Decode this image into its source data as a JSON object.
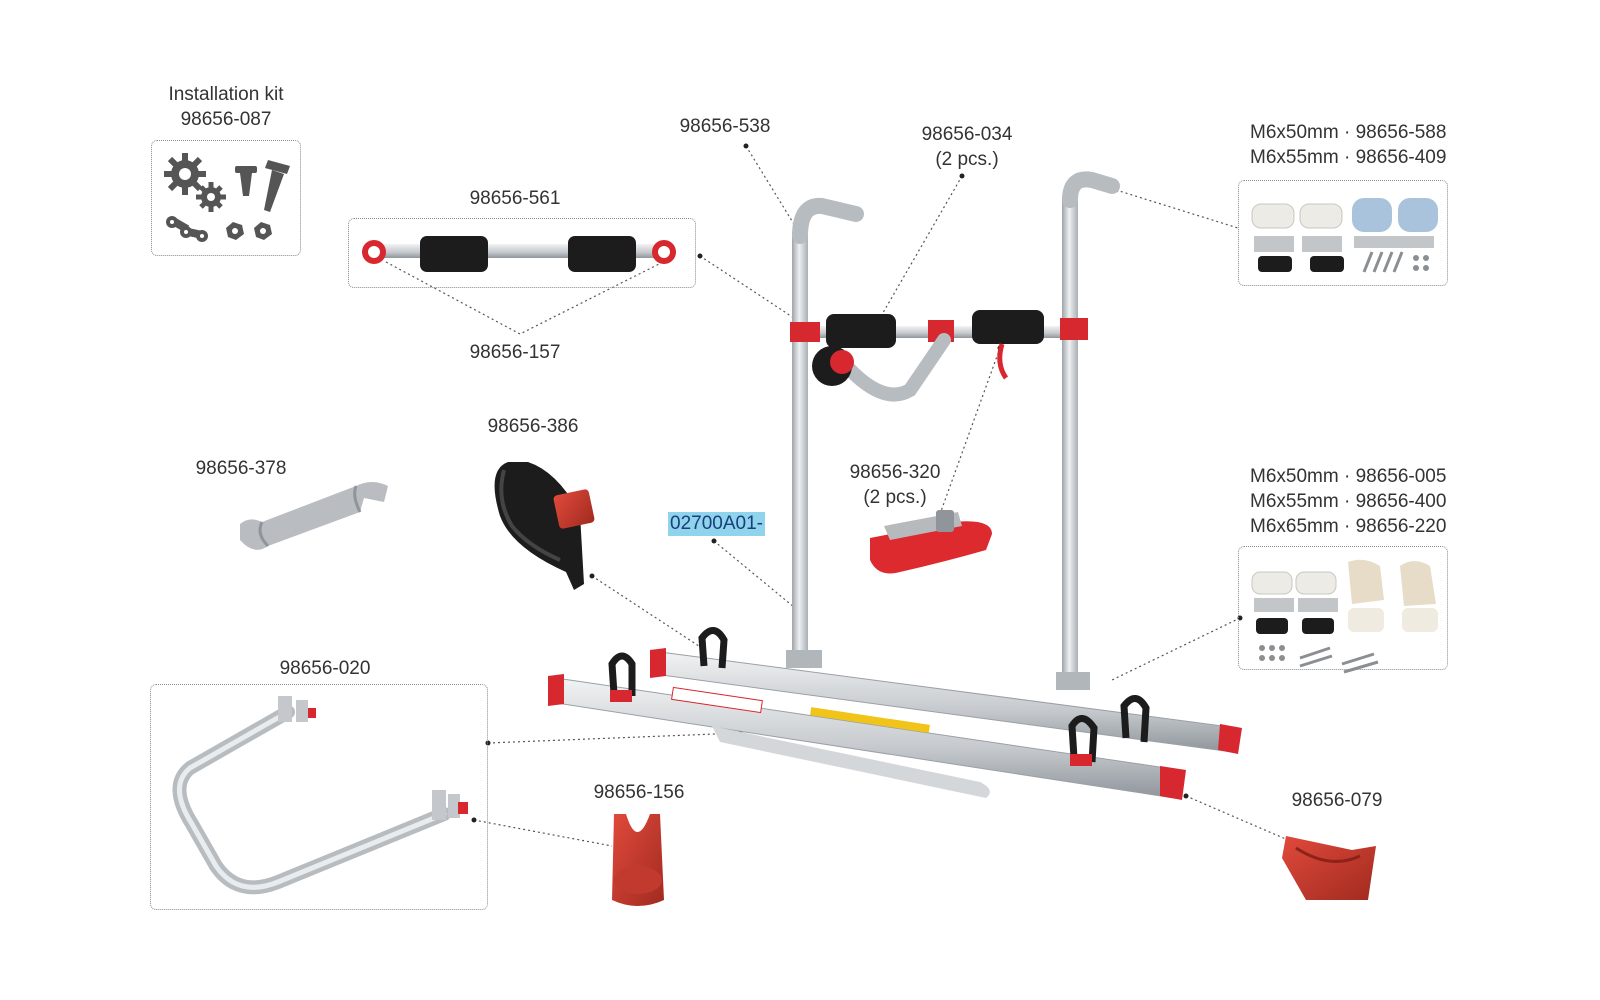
{
  "diagram": {
    "labels": {
      "kit_title": "Installation kit",
      "kit_code": "98656-087",
      "p538": "98656-538",
      "p034": "98656-034",
      "p034_qty": "(2 pcs.)",
      "p561": "98656-561",
      "p157": "98656-157",
      "feet1_line1": "M6x50mm · 98656-588",
      "feet1_line2": "M6x55mm · 98656-409",
      "p386": "98656-386",
      "p378": "98656-378",
      "p320": "98656-320",
      "p320_qty": "(2 pcs.)",
      "highlight": "02700A01-",
      "feet2_line1": "M6x50mm · 98656-005",
      "feet2_line2": "M6x55mm · 98656-400",
      "feet2_line3": "M6x65mm · 98656-220",
      "p020": "98656-020",
      "p156": "98656-156",
      "p079": "98656-079"
    },
    "colors": {
      "aluminium": "#c9cdd1",
      "accent_red": "#d7282f",
      "foam_black": "#1c1c1c",
      "icon_grey": "#555555",
      "highlight_bg": "#8fd3ec",
      "leader": "#555555",
      "part_red_dark": "#b5352a"
    },
    "icons": [
      "gear-icon",
      "screw-icon",
      "nut-icon",
      "chain-icon"
    ]
  }
}
